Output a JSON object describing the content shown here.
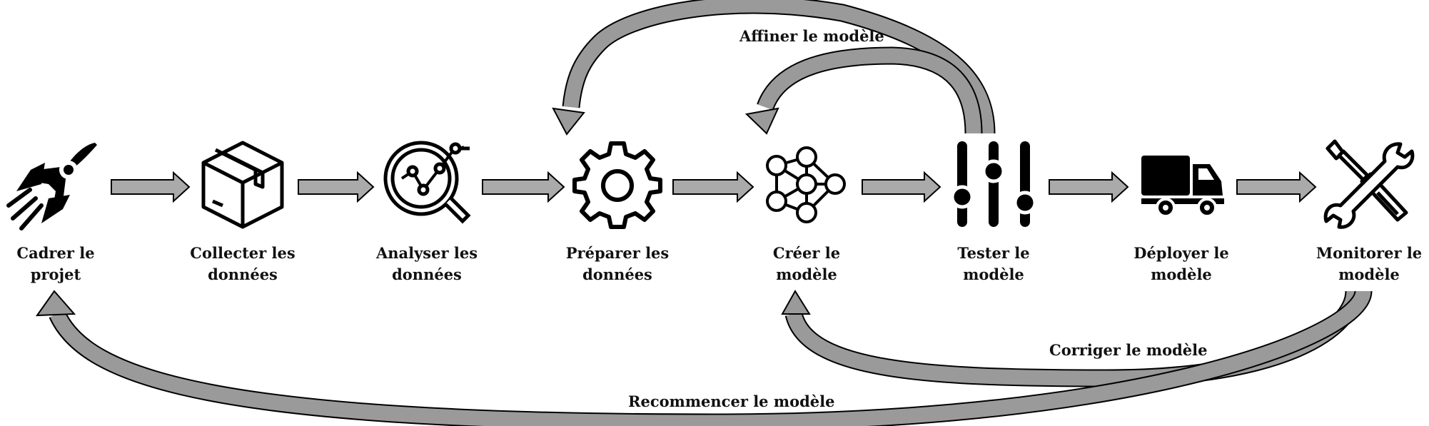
{
  "steps": [
    {
      "label": "Cadrer le\nprojet",
      "icon": "rocket-icon"
    },
    {
      "label": "Collecter les\ndonnées",
      "icon": "box-icon"
    },
    {
      "label": "Analyser les\ndonnées",
      "icon": "analytics-magnifier-icon"
    },
    {
      "label": "Préparer les\ndonnées",
      "icon": "gear-icon"
    },
    {
      "label": "Créer le\nmodèle",
      "icon": "neural-network-icon"
    },
    {
      "label": "Tester le\nmodèle",
      "icon": "sliders-icon"
    },
    {
      "label": "Déployer le\nmodèle",
      "icon": "truck-icon"
    },
    {
      "label": "Monitorer le\nmodèle",
      "icon": "tools-icon"
    }
  ],
  "loops": {
    "affiner": "Affiner le modèle",
    "corriger": "Corriger le modèle",
    "recommencer": "Recommencer le modèle"
  },
  "colors": {
    "block_arrow_fill": "#aaaaaa",
    "loop_arrow_fill": "#9a9a9a",
    "loop_arrow_shadow": "#6e6e6e",
    "stroke": "#000000"
  }
}
